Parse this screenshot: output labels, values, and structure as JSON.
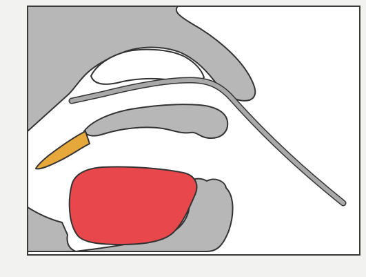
{
  "diagram": {
    "colors": {
      "background": "#f2f2f0",
      "frame_fill": "#ffffff",
      "frame_border": "#3a3a3a",
      "outline": "#333333",
      "gray_tissue": "#b7b7b7",
      "tube": "#a9a9a9",
      "tongue": "#e8474b",
      "tooth": "#e6a83a"
    },
    "parts": [
      "upper-jaw-region",
      "nasal-cavity",
      "upper-palate",
      "incisor-tooth",
      "tongue",
      "lower-jaw-tissue",
      "catheter-tube"
    ]
  }
}
